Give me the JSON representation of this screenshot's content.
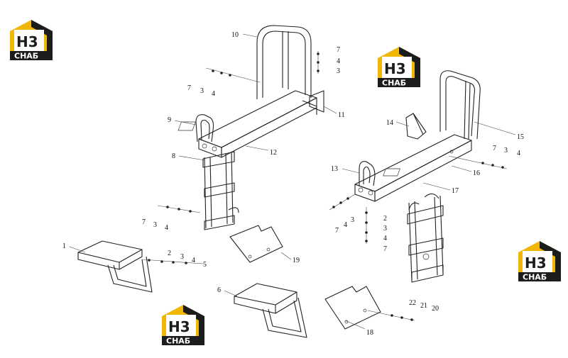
{
  "logos": [
    {
      "id": "logo-1",
      "top": "H3",
      "bottom": "CHAБ"
    },
    {
      "id": "logo-2",
      "top": "H3",
      "bottom": "CHAБ"
    },
    {
      "id": "logo-3",
      "top": "H3",
      "bottom": "CHAБ"
    },
    {
      "id": "logo-4",
      "top": "H3",
      "bottom": "CHAБ"
    }
  ],
  "callouts": {
    "c10": "10",
    "c7a": "7",
    "c4a": "4",
    "c3a": "3",
    "c7b": "7",
    "c3b": "3",
    "c4b": "4",
    "c11": "11",
    "c9": "9",
    "c12": "12",
    "c8": "8",
    "c7c": "7",
    "c3c": "3",
    "c4c": "4",
    "c1": "1",
    "c2a": "2",
    "c3d": "3",
    "c4d": "4",
    "c5": "5",
    "c19": "19",
    "c6": "6",
    "c14": "14",
    "c15": "15",
    "c7d": "7",
    "c3e": "3",
    "c4e": "4",
    "c16": "16",
    "c13": "13",
    "c17": "17",
    "c7e": "7",
    "c4f": "4",
    "c3f": "3",
    "c2b": "2",
    "c3g": "3",
    "c4g": "4",
    "c7f": "7",
    "c22": "22",
    "c21": "21",
    "c20": "20",
    "c18": "18"
  },
  "colors": {
    "logo_yellow": "#f2b705",
    "logo_dark": "#1c1c1c",
    "line": "#222222"
  }
}
